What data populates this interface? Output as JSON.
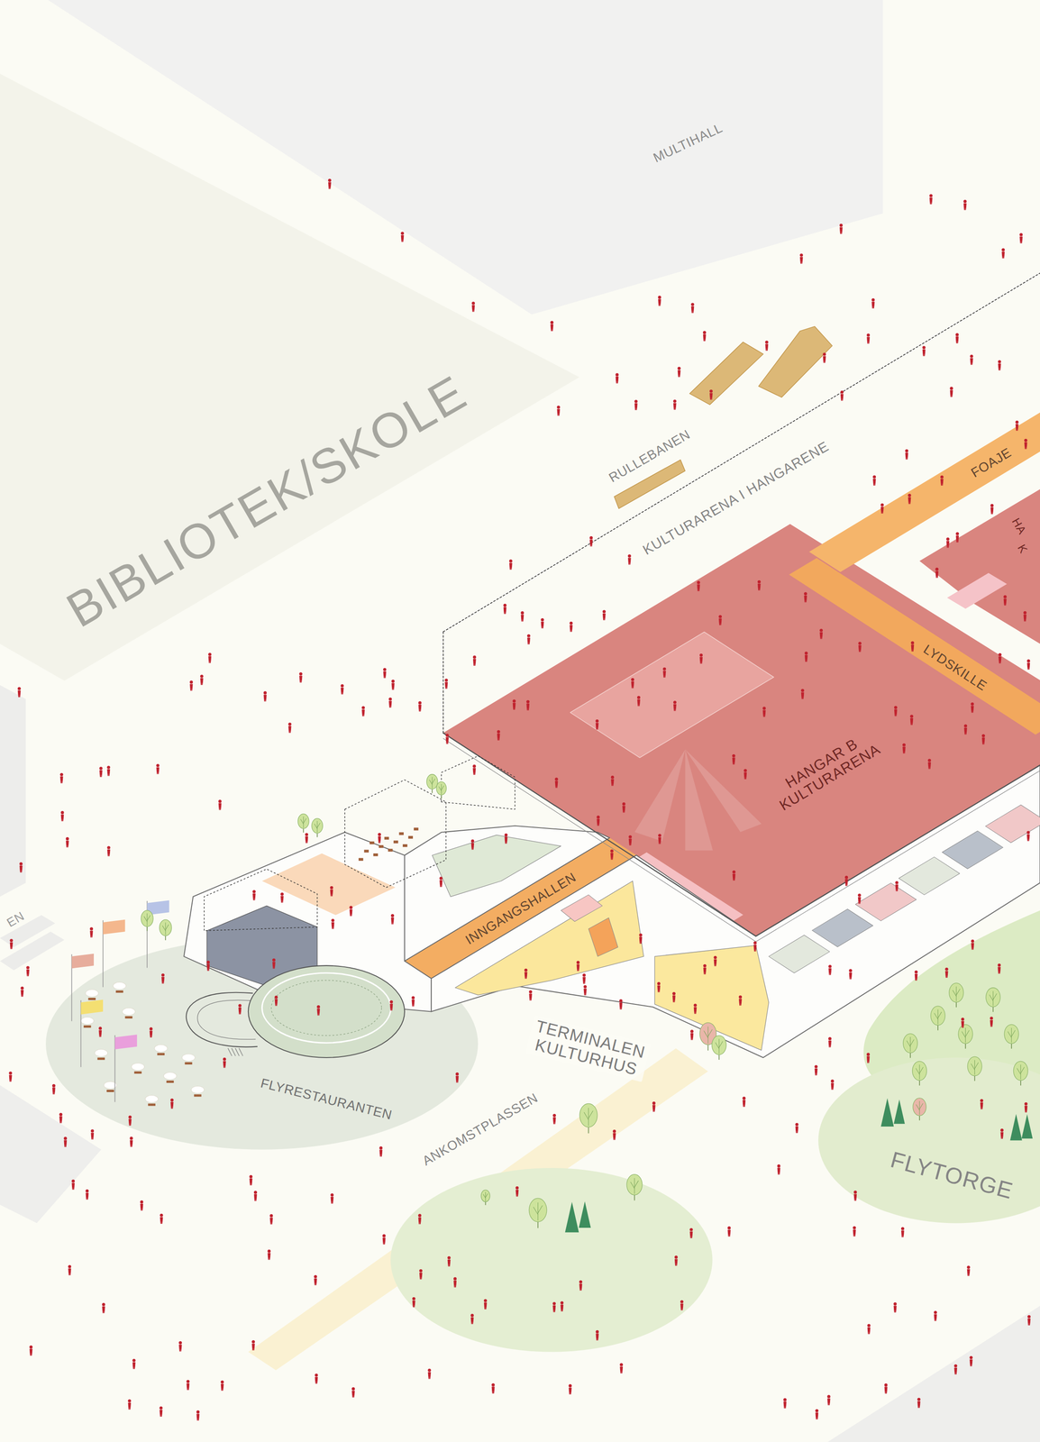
{
  "diagram": {
    "nodes": [
      {
        "text": [
          "MULTIHALL"
        ]
      },
      {
        "text": [
          "BIBLIOTEK/SKOLE"
        ]
      },
      {
        "text": [
          "FOAJE"
        ]
      },
      {
        "text": [
          "LYDSKILLE"
        ]
      },
      {
        "text": [
          "HANGAR B KULTURARENA"
        ]
      },
      {
        "text": [
          "INNGANGSHALLEN"
        ]
      },
      {
        "text": [
          "FLYRESTAURANTEN"
        ]
      },
      {
        "text": [
          "ANKOMSTPLASSEN"
        ]
      },
      {
        "text": [
          "FLYTORGE"
        ]
      }
    ],
    "labels": [
      "RULLEBANEN",
      "KULTURARENA I HANGARENE",
      "HA",
      "K",
      "EN",
      "TERMINALEN KULTURHUS"
    ]
  }
}
